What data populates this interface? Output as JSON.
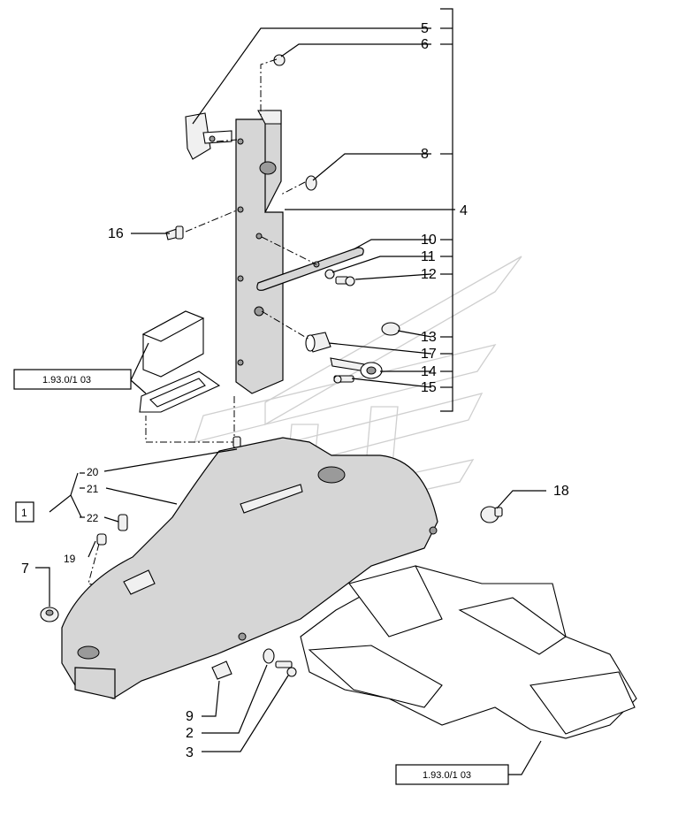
{
  "callouts": {
    "c5": "5",
    "c6": "6",
    "c8": "8",
    "c4": "4",
    "c16": "16",
    "c10": "10",
    "c11": "11",
    "c12": "12",
    "c13": "13",
    "c17": "17",
    "c14": "14",
    "c15": "15",
    "c18": "18",
    "c20": "20",
    "c21": "21",
    "c22": "22",
    "c19": "19",
    "c7": "7",
    "c9": "9",
    "c2": "2",
    "c3": "3"
  },
  "group_box": {
    "label": "1"
  },
  "references": {
    "ref_top": "1.93.0/1 03",
    "ref_bottom": "1.93.0/1 03"
  }
}
